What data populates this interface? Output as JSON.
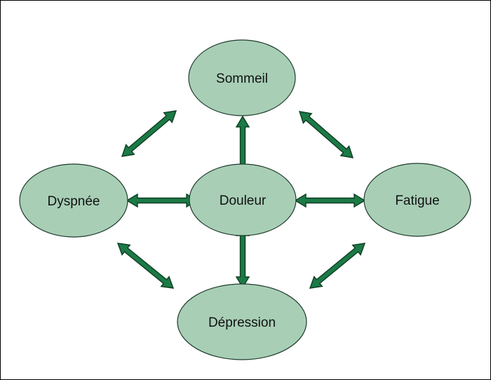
{
  "colors": {
    "node_fill": "#a8cfb6",
    "node_stroke": "#1f3b2c",
    "arrow_fill": "#1b7a45",
    "arrow_stroke": "#0e3d24"
  },
  "nodes": {
    "sommeil": "Sommeil",
    "dyspnee": "Dyspnée",
    "douleur": "Douleur",
    "fatigue": "Fatigue",
    "depression": "Dépression"
  },
  "edges": [
    {
      "from": "douleur",
      "to": "sommeil",
      "direction": "bidirectional"
    },
    {
      "from": "douleur",
      "to": "dyspnee",
      "direction": "bidirectional"
    },
    {
      "from": "douleur",
      "to": "fatigue",
      "direction": "bidirectional"
    },
    {
      "from": "douleur",
      "to": "depression",
      "direction": "bidirectional"
    },
    {
      "from": "dyspnee",
      "to": "sommeil",
      "direction": "bidirectional"
    },
    {
      "from": "sommeil",
      "to": "fatigue",
      "direction": "bidirectional"
    },
    {
      "from": "dyspnee",
      "to": "depression",
      "direction": "bidirectional"
    },
    {
      "from": "depression",
      "to": "fatigue",
      "direction": "bidirectional"
    }
  ]
}
